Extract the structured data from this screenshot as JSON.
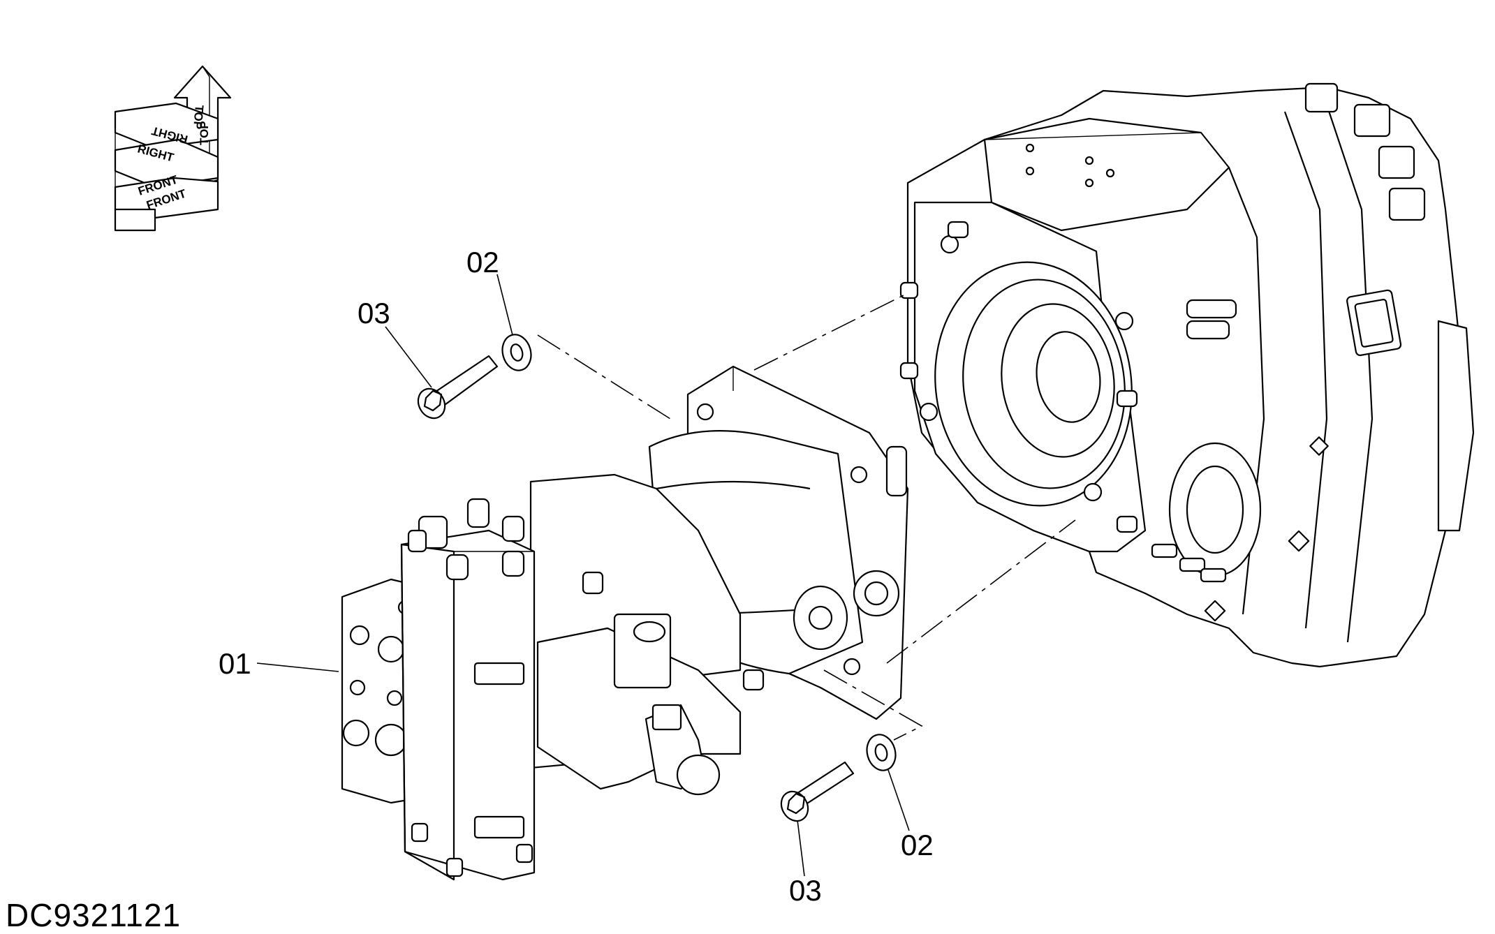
{
  "drawing_id": "DC9321121",
  "orientation": {
    "labels": [
      "TOP",
      "TOP",
      "RIGHT",
      "RIGHT",
      "FRONT",
      "FRONT"
    ]
  },
  "callouts": {
    "part_01": "01",
    "part_02_upper": "02",
    "part_02_lower": "02",
    "part_03_upper": "03",
    "part_03_lower": "03"
  },
  "colors": {
    "line": "#000000",
    "background": "#ffffff"
  }
}
